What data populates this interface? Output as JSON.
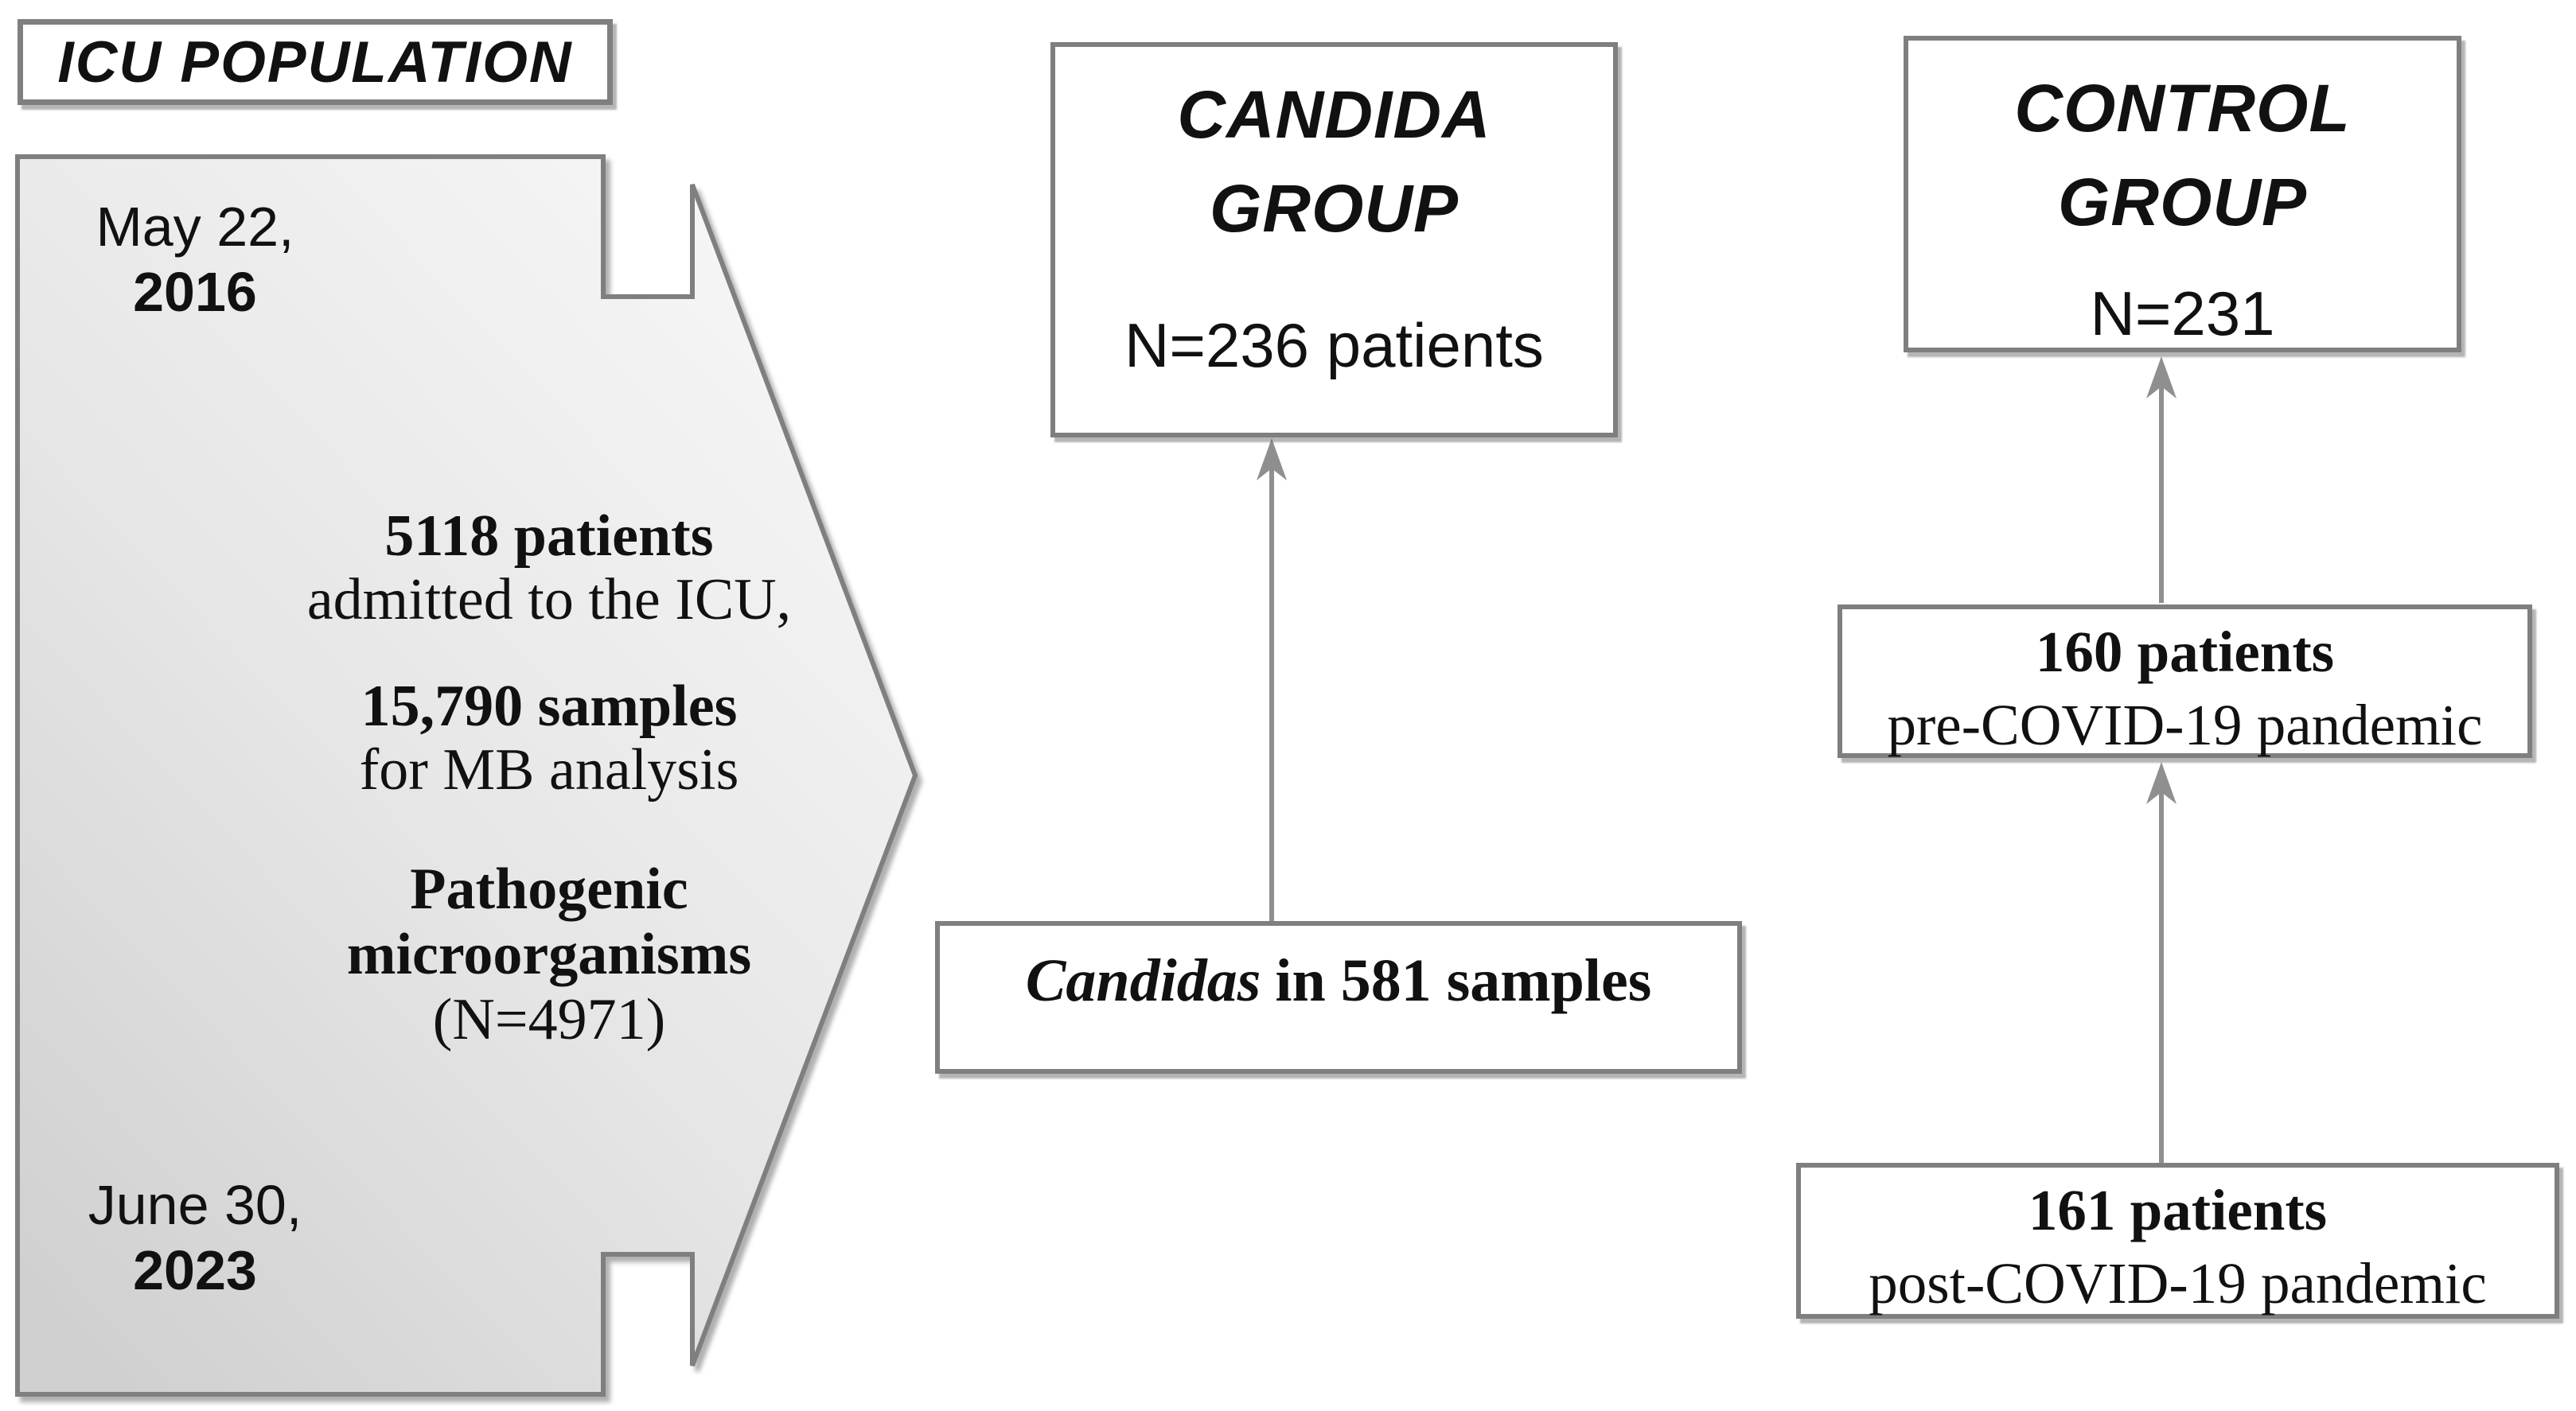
{
  "figure": {
    "population_label": "ICU POPULATION",
    "period_start": {
      "line1": "May 22,",
      "line2": "2016"
    },
    "period_end": {
      "line1": "June 30,",
      "line2": "2023"
    },
    "population_stats": {
      "patients": "5118 patients",
      "patients_desc": "admitted to the ICU,",
      "samples": "15,790 samples",
      "samples_desc": "for MB analysis",
      "pathogens_line1": "Pathogenic",
      "pathogens_line2": "microorganisms",
      "pathogens_n": "(N=4971)"
    },
    "candida_group": {
      "title1": "CANDIDA",
      "title2": "GROUP",
      "n_label": "N=236 patients"
    },
    "candida_samples": {
      "emphasis": "Candidas",
      "rest": "in 581 samples"
    },
    "control_group": {
      "title1": "CONTROL",
      "title2": "GROUP",
      "n_label": "N=231"
    },
    "pre_covid": {
      "count": "160 patients",
      "desc": "pre-COVID-19 pandemic"
    },
    "post_covid": {
      "count": "161 patients",
      "desc": "post-COVID-19 pandemic"
    },
    "colors": {
      "box_border": "#7f7f7f",
      "connector": "#8f8f8f",
      "arrow_fill_light": "#f8f8f8",
      "arrow_fill_mid": "#e6e6e6",
      "arrow_fill_dark": "#d0d0d0",
      "text": "#111111"
    }
  }
}
